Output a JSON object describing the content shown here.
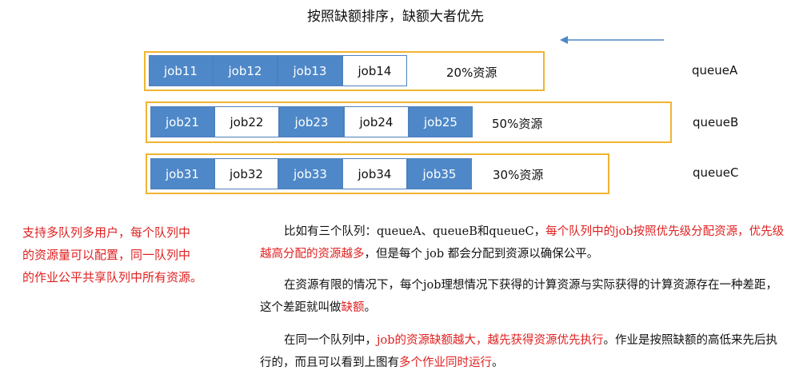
{
  "title": "按照缺额排序，缺额大者优先",
  "arrow_color": "#4e88c8",
  "queues": [
    {
      "name": "queueA",
      "resource": "20%资源",
      "jobs": [
        {
          "label": "job11",
          "filled": true
        },
        {
          "label": "job12",
          "filled": true
        },
        {
          "label": "job13",
          "filled": true
        },
        {
          "label": "job14",
          "filled": false
        }
      ]
    },
    {
      "name": "queueB",
      "resource": "50%资源",
      "jobs": [
        {
          "label": "job21",
          "filled": true
        },
        {
          "label": "job22",
          "filled": false
        },
        {
          "label": "job23",
          "filled": true
        },
        {
          "label": "job24",
          "filled": false
        },
        {
          "label": "job25",
          "filled": true
        }
      ]
    },
    {
      "name": "queueC",
      "resource": "30%资源",
      "jobs": [
        {
          "label": "job31",
          "filled": true
        },
        {
          "label": "job32",
          "filled": false
        },
        {
          "label": "job33",
          "filled": true
        },
        {
          "label": "job34",
          "filled": false
        },
        {
          "label": "job35",
          "filled": true
        }
      ]
    }
  ],
  "left_note": {
    "line1": "支持多队列多用户，每个队列中",
    "line2": "的资源量可以配置，同一队列中",
    "line3": "的作业公平共享队列中所有资源。"
  },
  "para1": {
    "a": "比如有三个队列：queueA、queueB和queueC，",
    "b": "每个队列中的job按照优先级分配资源，",
    "c": "优先级越高分配的资源越多",
    "d": "，但是每个 job 都会分配到资源以确保公平。"
  },
  "para2": {
    "a": "在资源有限的情况下，每个job理想情况下获得的计算资源与实际获得的计算资源存",
    "b": "在一种差距，这个差距就叫做",
    "c": "缺额",
    "d": "。"
  },
  "para3": {
    "a": "在同一个队列中，",
    "b": "job的资源缺额越大，越先获得资源优先执行",
    "c": "。作业是按照缺额的",
    "d": "高低来先后执行的，而且可以看到上图有",
    "e": "多个作业同时运行",
    "f": "。"
  }
}
